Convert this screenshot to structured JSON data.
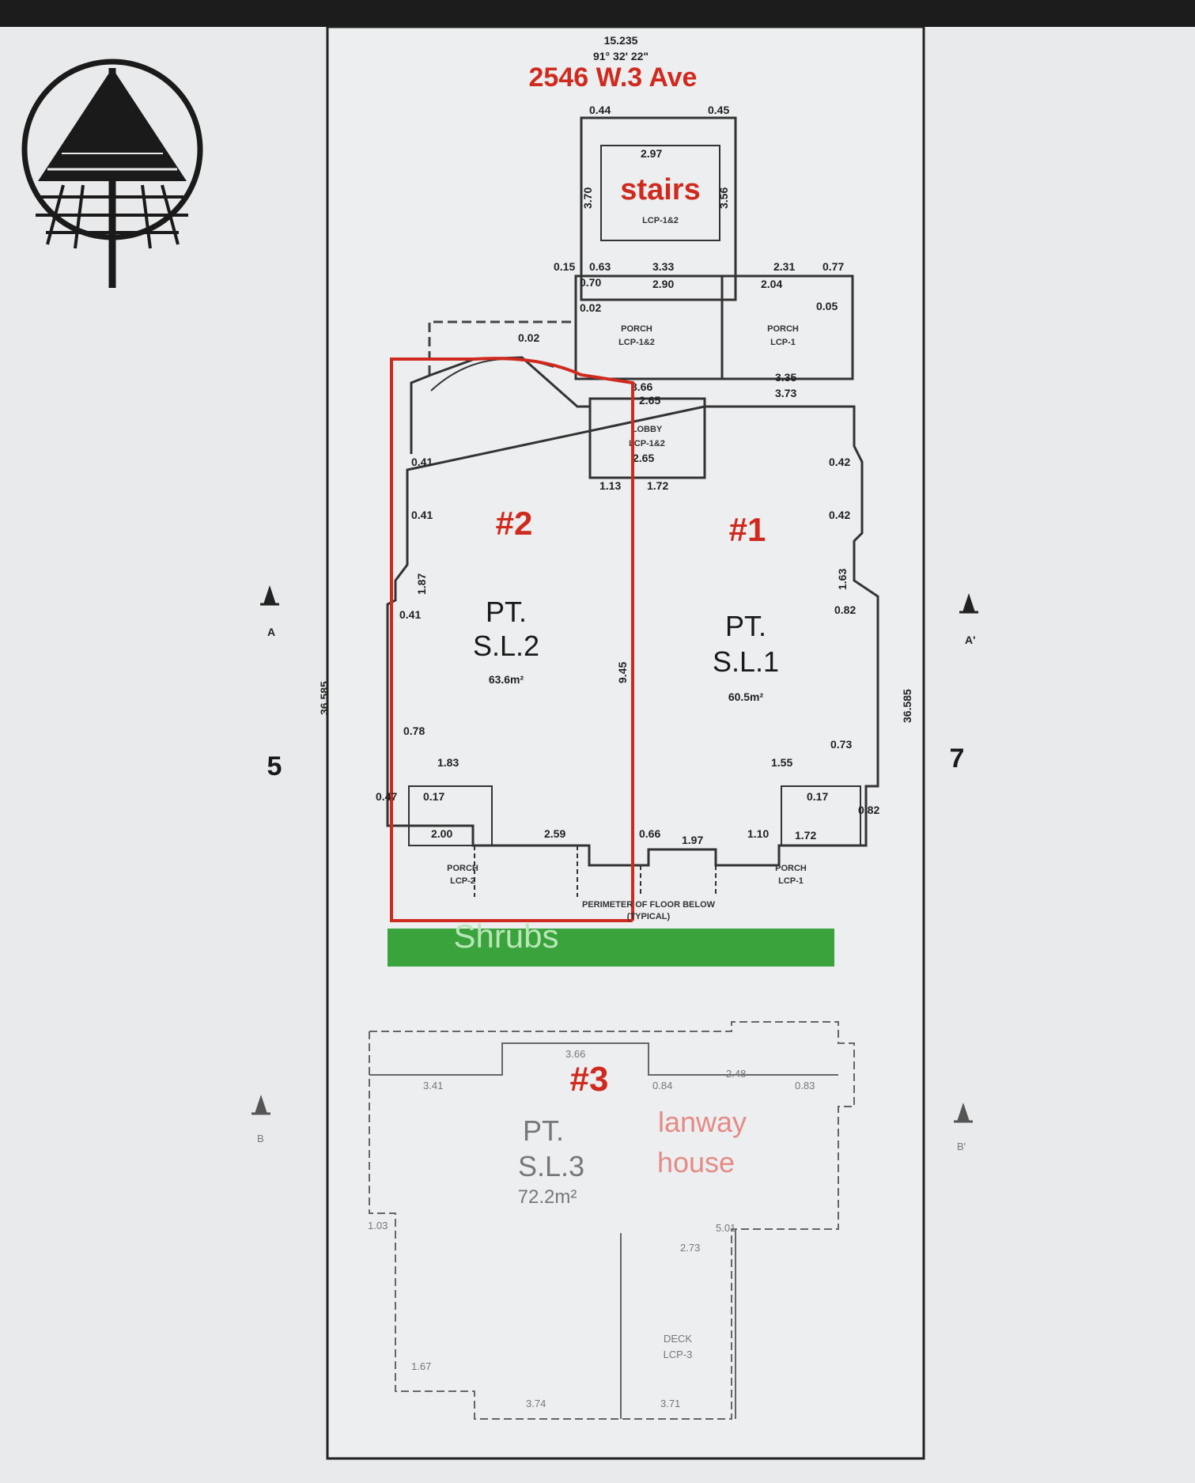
{
  "header": {
    "top_dimension": "15.235",
    "bearing": "91° 32' 22\"",
    "address": "2546 W.3 Ave"
  },
  "stairs": {
    "label": "stairs",
    "code": "LCP-1&2",
    "dims": {
      "left_top": "0.44",
      "right_top": "0.45",
      "width": "2.97",
      "left_side": "3.70",
      "right_side": "3.56"
    }
  },
  "porches_upper": {
    "porch_12": {
      "label": "PORCH",
      "code": "LCP-1&2",
      "dim_top": "3.33",
      "dim_sub": "2.90"
    },
    "porch_1": {
      "label": "PORCH",
      "code": "LCP-1",
      "dim_top": "2.31",
      "dim_sub": "2.04",
      "dim_right": "0.77",
      "dim_inner": "0.05"
    },
    "misc": [
      "0.15",
      "0.63",
      "0.70",
      "0.02",
      "0.02",
      "3.35",
      "3.73"
    ]
  },
  "lobby": {
    "label": "LOBBY",
    "code": "LCP-1&2",
    "dims": [
      "3.66",
      "2.65",
      "2.65",
      "1.13",
      "1.72"
    ]
  },
  "unit_2": {
    "tag": "#2",
    "name_1": "PT.",
    "name_2": "S.L.2",
    "area": "63.6m²"
  },
  "unit_1": {
    "tag": "#1",
    "name_1": "PT.",
    "name_2": "S.L.1",
    "area": "60.5m²"
  },
  "unit_3": {
    "tag": "#3",
    "name_1": "PT.",
    "name_2": "S.L.3",
    "area": "72.2m²"
  },
  "left_dims": [
    "0.41",
    "0.41",
    "1.87",
    "0.41",
    "0.78",
    "0.47",
    "1.83",
    "0.17",
    "2.00",
    "2.59"
  ],
  "right_dims": [
    "0.42",
    "0.42",
    "1.63",
    "0.82",
    "0.73",
    "1.55",
    "0.17",
    "0.82",
    "1.72",
    "1.97",
    "0.66",
    "1.10"
  ],
  "center_dim": "9.45",
  "porch_2": {
    "label": "PORCH",
    "code": "LCP-2"
  },
  "porch_1_lower": {
    "label": "PORCH",
    "code": "LCP-1"
  },
  "perimeter_note": "PERIMETER OF FLOOR BELOW",
  "perimeter_note_2": "(TYPICAL)",
  "shrubs": "Shrubs",
  "lanway": {
    "line1": "lanway",
    "line2": "house"
  },
  "lower_dims": [
    "3.66",
    "3.41",
    "0.84",
    "2.48",
    "0.83",
    "5.01",
    "2.73",
    "3.74",
    "3.71",
    "1.67",
    "1.03"
  ],
  "deck": {
    "label": "DECK",
    "code": "LCP-3"
  },
  "section_markers": {
    "a_left": "A",
    "a_right": "A'",
    "b_left": "B",
    "b_right": "B'"
  },
  "lot_numbers": {
    "left": "5",
    "right": "7"
  },
  "side_dims": {
    "left": "36.585",
    "right": "36.585"
  },
  "colors": {
    "red_line": "#d02a1e",
    "shrubs_green": "#3aa33b",
    "paper": "#e9eaec"
  }
}
